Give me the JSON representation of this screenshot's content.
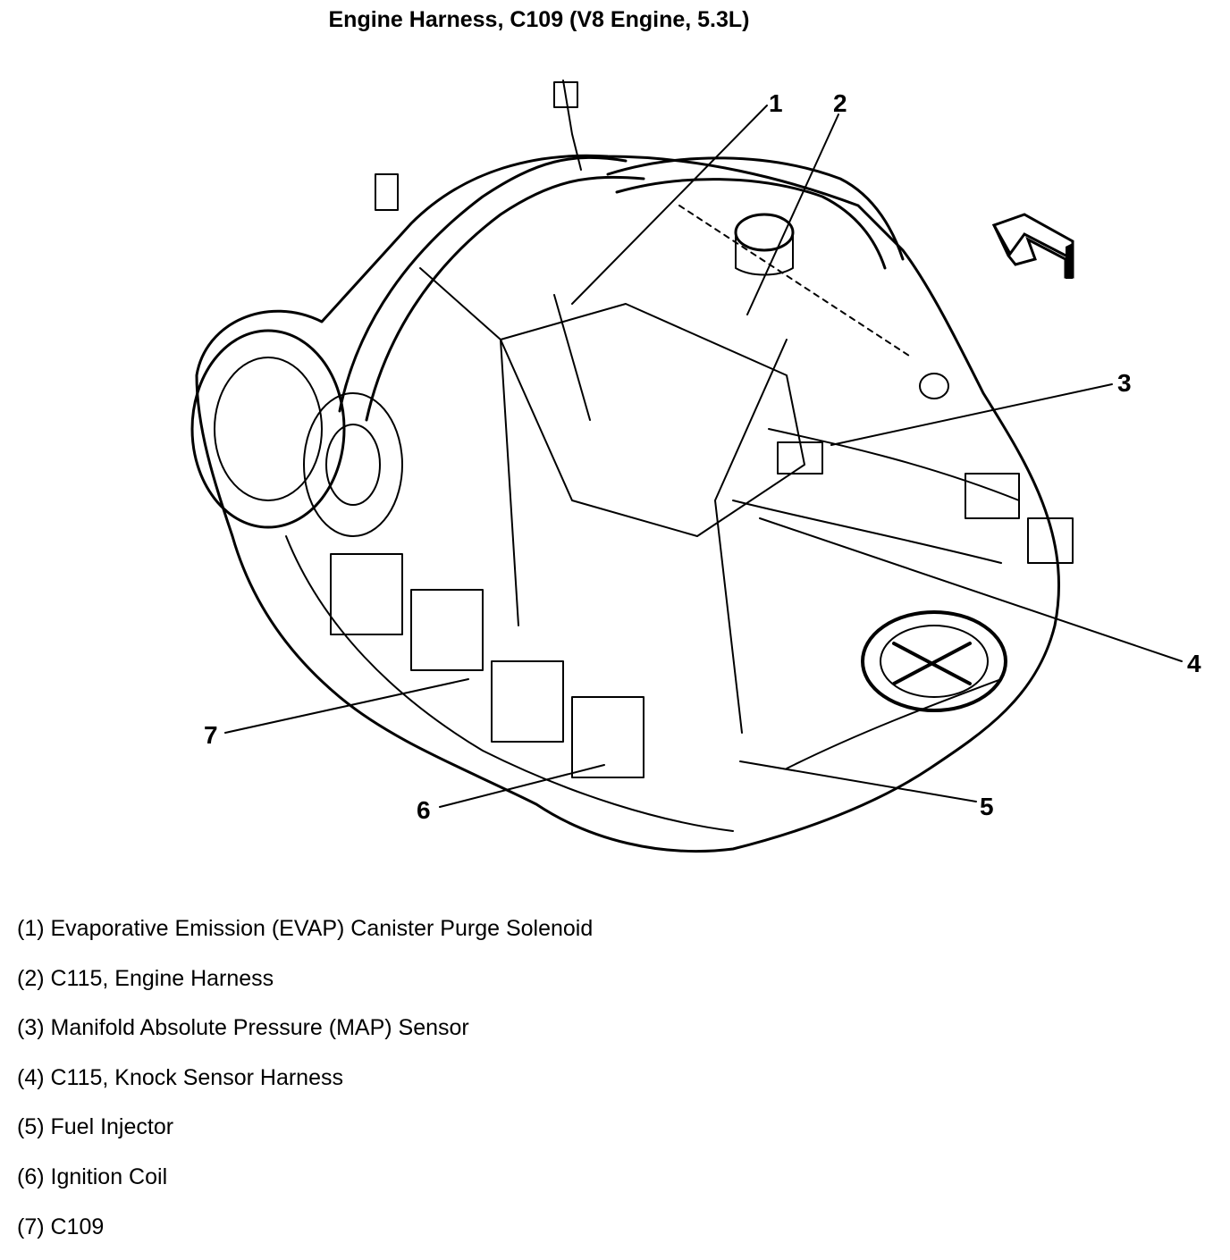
{
  "title": "Engine Harness, C109 (V8 Engine, 5.3L)",
  "callouts": [
    {
      "num": "1"
    },
    {
      "num": "2"
    },
    {
      "num": "3"
    },
    {
      "num": "4"
    },
    {
      "num": "5"
    },
    {
      "num": "6"
    },
    {
      "num": "7"
    }
  ],
  "legend": [
    "(1) Evaporative Emission (EVAP) Canister Purge Solenoid",
    "(2) C115, Engine Harness",
    "(3) Manifold Absolute Pressure (MAP) Sensor",
    "(4) C115, Knock Sensor Harness",
    "(5) Fuel Injector",
    "(6) Ignition Coil",
    "(7) C109"
  ],
  "colors": {
    "line": "#000000",
    "background": "#ffffff"
  },
  "icons": {
    "direction_arrow": "front-direction-arrow-icon"
  }
}
